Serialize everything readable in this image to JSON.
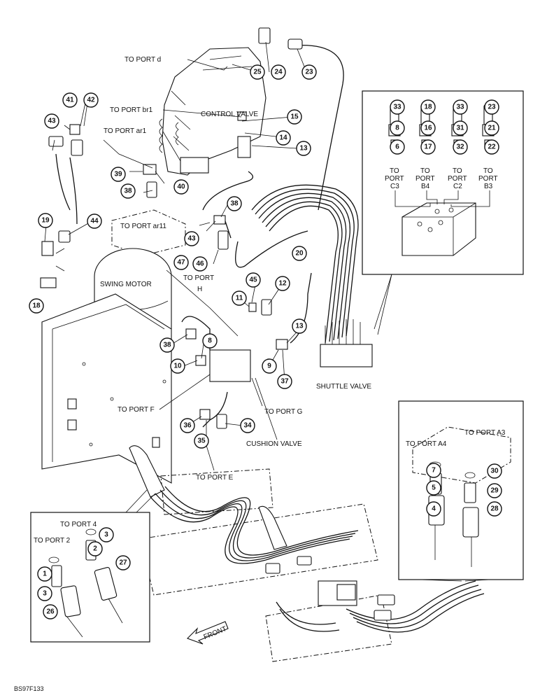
{
  "labels": {
    "to_port_d": "TO PORT d",
    "to_port_br1": "TO PORT br1",
    "control_valve": "CONTROL VALVE",
    "to_port_ar1": "TO PORT ar1",
    "to_port_ar11": "TO PORT ar11",
    "swing_motor": "SWING MOTOR",
    "to_port_h_1": "TO PORT",
    "to_port_h_2": "H",
    "to_port_f": "TO PORT F",
    "to_port_g": "TO PORT G",
    "cushion_valve": "CUSHION VALVE",
    "to_port_e": "TO PORT E",
    "shuttle_valve": "SHUTTLE VALVE",
    "to_port_a4": "TO PORT A4",
    "to_port_a3": "TO PORT A3",
    "to_port_4": "TO PORT 4",
    "to_port_2": "TO PORT 2",
    "front": "FRONT",
    "figure_code": "BS97F133",
    "to_word": "TO",
    "port_word": "PORT",
    "port_c3": "C3",
    "port_b4": "B4",
    "port_c2": "C2",
    "port_b3": "B3"
  },
  "callouts": [
    "25",
    "24",
    "23",
    "41",
    "42",
    "43",
    "15",
    "14",
    "13",
    "39",
    "40",
    "38",
    "38",
    "19",
    "44",
    "43",
    "20",
    "46",
    "47",
    "18",
    "45",
    "11",
    "12",
    "13",
    "38",
    "8",
    "10",
    "9",
    "37",
    "36",
    "35",
    "34",
    "33",
    "18",
    "33",
    "23",
    "8",
    "16",
    "31",
    "21",
    "6",
    "17",
    "32",
    "22",
    "7",
    "30",
    "5",
    "29",
    "4",
    "28",
    "3",
    "2",
    "1",
    "27",
    "3",
    "26",
    "28"
  ]
}
